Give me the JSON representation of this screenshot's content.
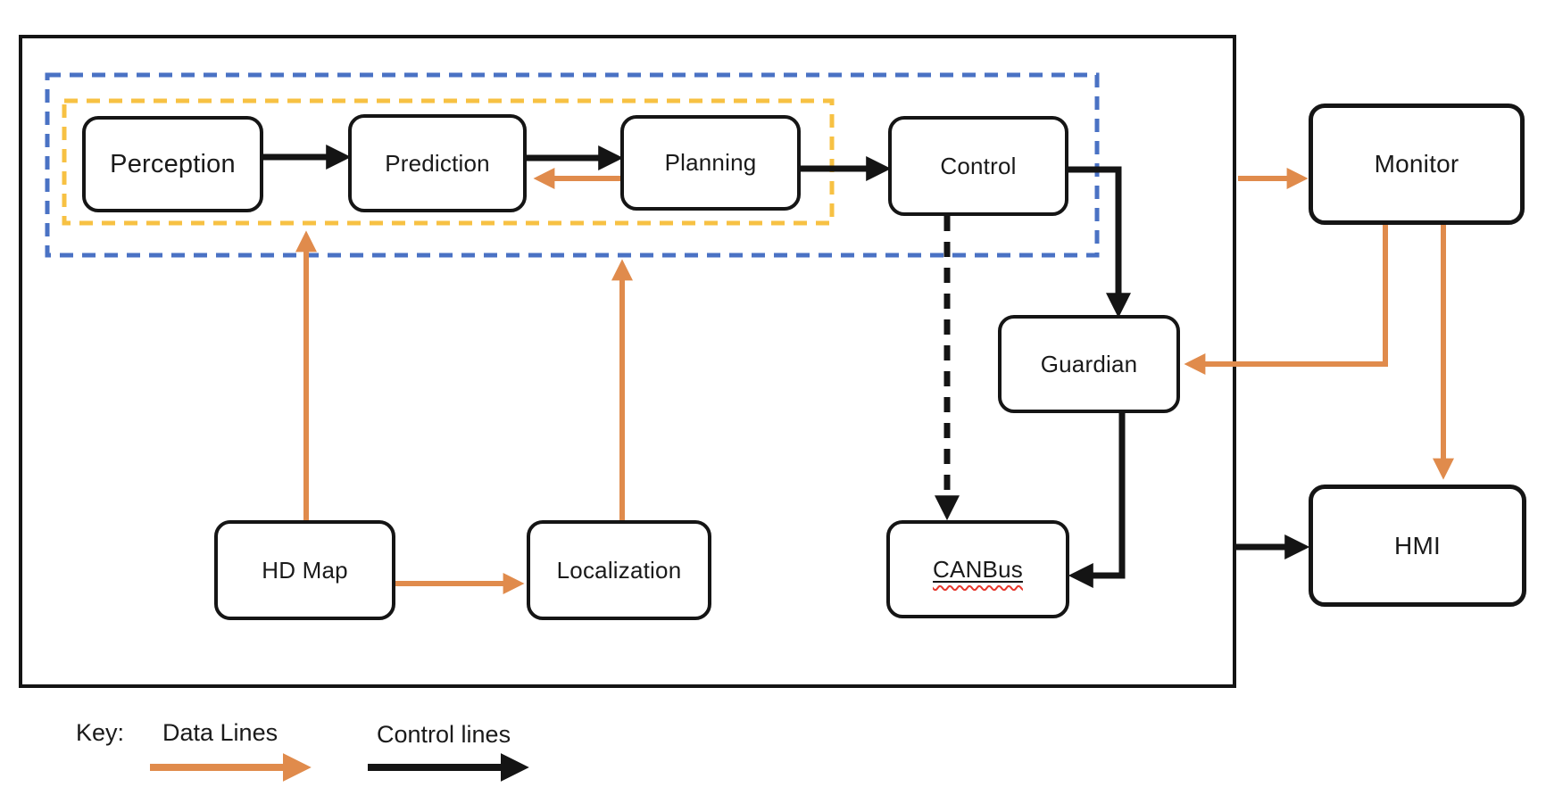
{
  "nodes": {
    "perception": {
      "label": "Perception"
    },
    "prediction": {
      "label": "Prediction"
    },
    "planning": {
      "label": "Planning"
    },
    "control": {
      "label": "Control"
    },
    "guardian": {
      "label": "Guardian"
    },
    "hd_map": {
      "label": "HD Map"
    },
    "localization": {
      "label": "Localization"
    },
    "canbus": {
      "label": "CANBus"
    },
    "monitor": {
      "label": "Monitor"
    },
    "hmi": {
      "label": "HMI"
    }
  },
  "key": {
    "label": "Key:",
    "data_lines_label": "Data Lines",
    "control_lines_label": "Control lines"
  },
  "colors": {
    "data_line_orange": "#E08B4C",
    "control_line_black": "#141414",
    "group_dash_blue": "#4A72C4",
    "group_dash_yellow": "#F7C143",
    "canbus_spellcheck_red": "#E8372C",
    "node_border": "#151515",
    "node_fill": "#FFFFFF"
  },
  "edges": [
    {
      "from": "Perception",
      "to": "Prediction",
      "type": "control"
    },
    {
      "from": "Prediction",
      "to": "Planning",
      "type": "control"
    },
    {
      "from": "Planning",
      "to": "Control",
      "type": "control"
    },
    {
      "from": "Control",
      "to": "Guardian",
      "type": "control"
    },
    {
      "from": "Control",
      "to": "CANBus",
      "type": "control-dashed"
    },
    {
      "from": "Guardian",
      "to": "CANBus",
      "type": "control"
    },
    {
      "from": "System box",
      "to": "HMI",
      "type": "control"
    },
    {
      "from": "Planning",
      "to": "Prediction",
      "type": "data"
    },
    {
      "from": "HD Map",
      "to": "Perception group",
      "type": "data"
    },
    {
      "from": "Localization",
      "to": "Planning group",
      "type": "data"
    },
    {
      "from": "HD Map",
      "to": "Localization",
      "type": "data"
    },
    {
      "from": "System box",
      "to": "Monitor",
      "type": "data"
    },
    {
      "from": "Monitor",
      "to": "Guardian",
      "type": "data"
    },
    {
      "from": "Monitor",
      "to": "HMI",
      "type": "data"
    }
  ]
}
